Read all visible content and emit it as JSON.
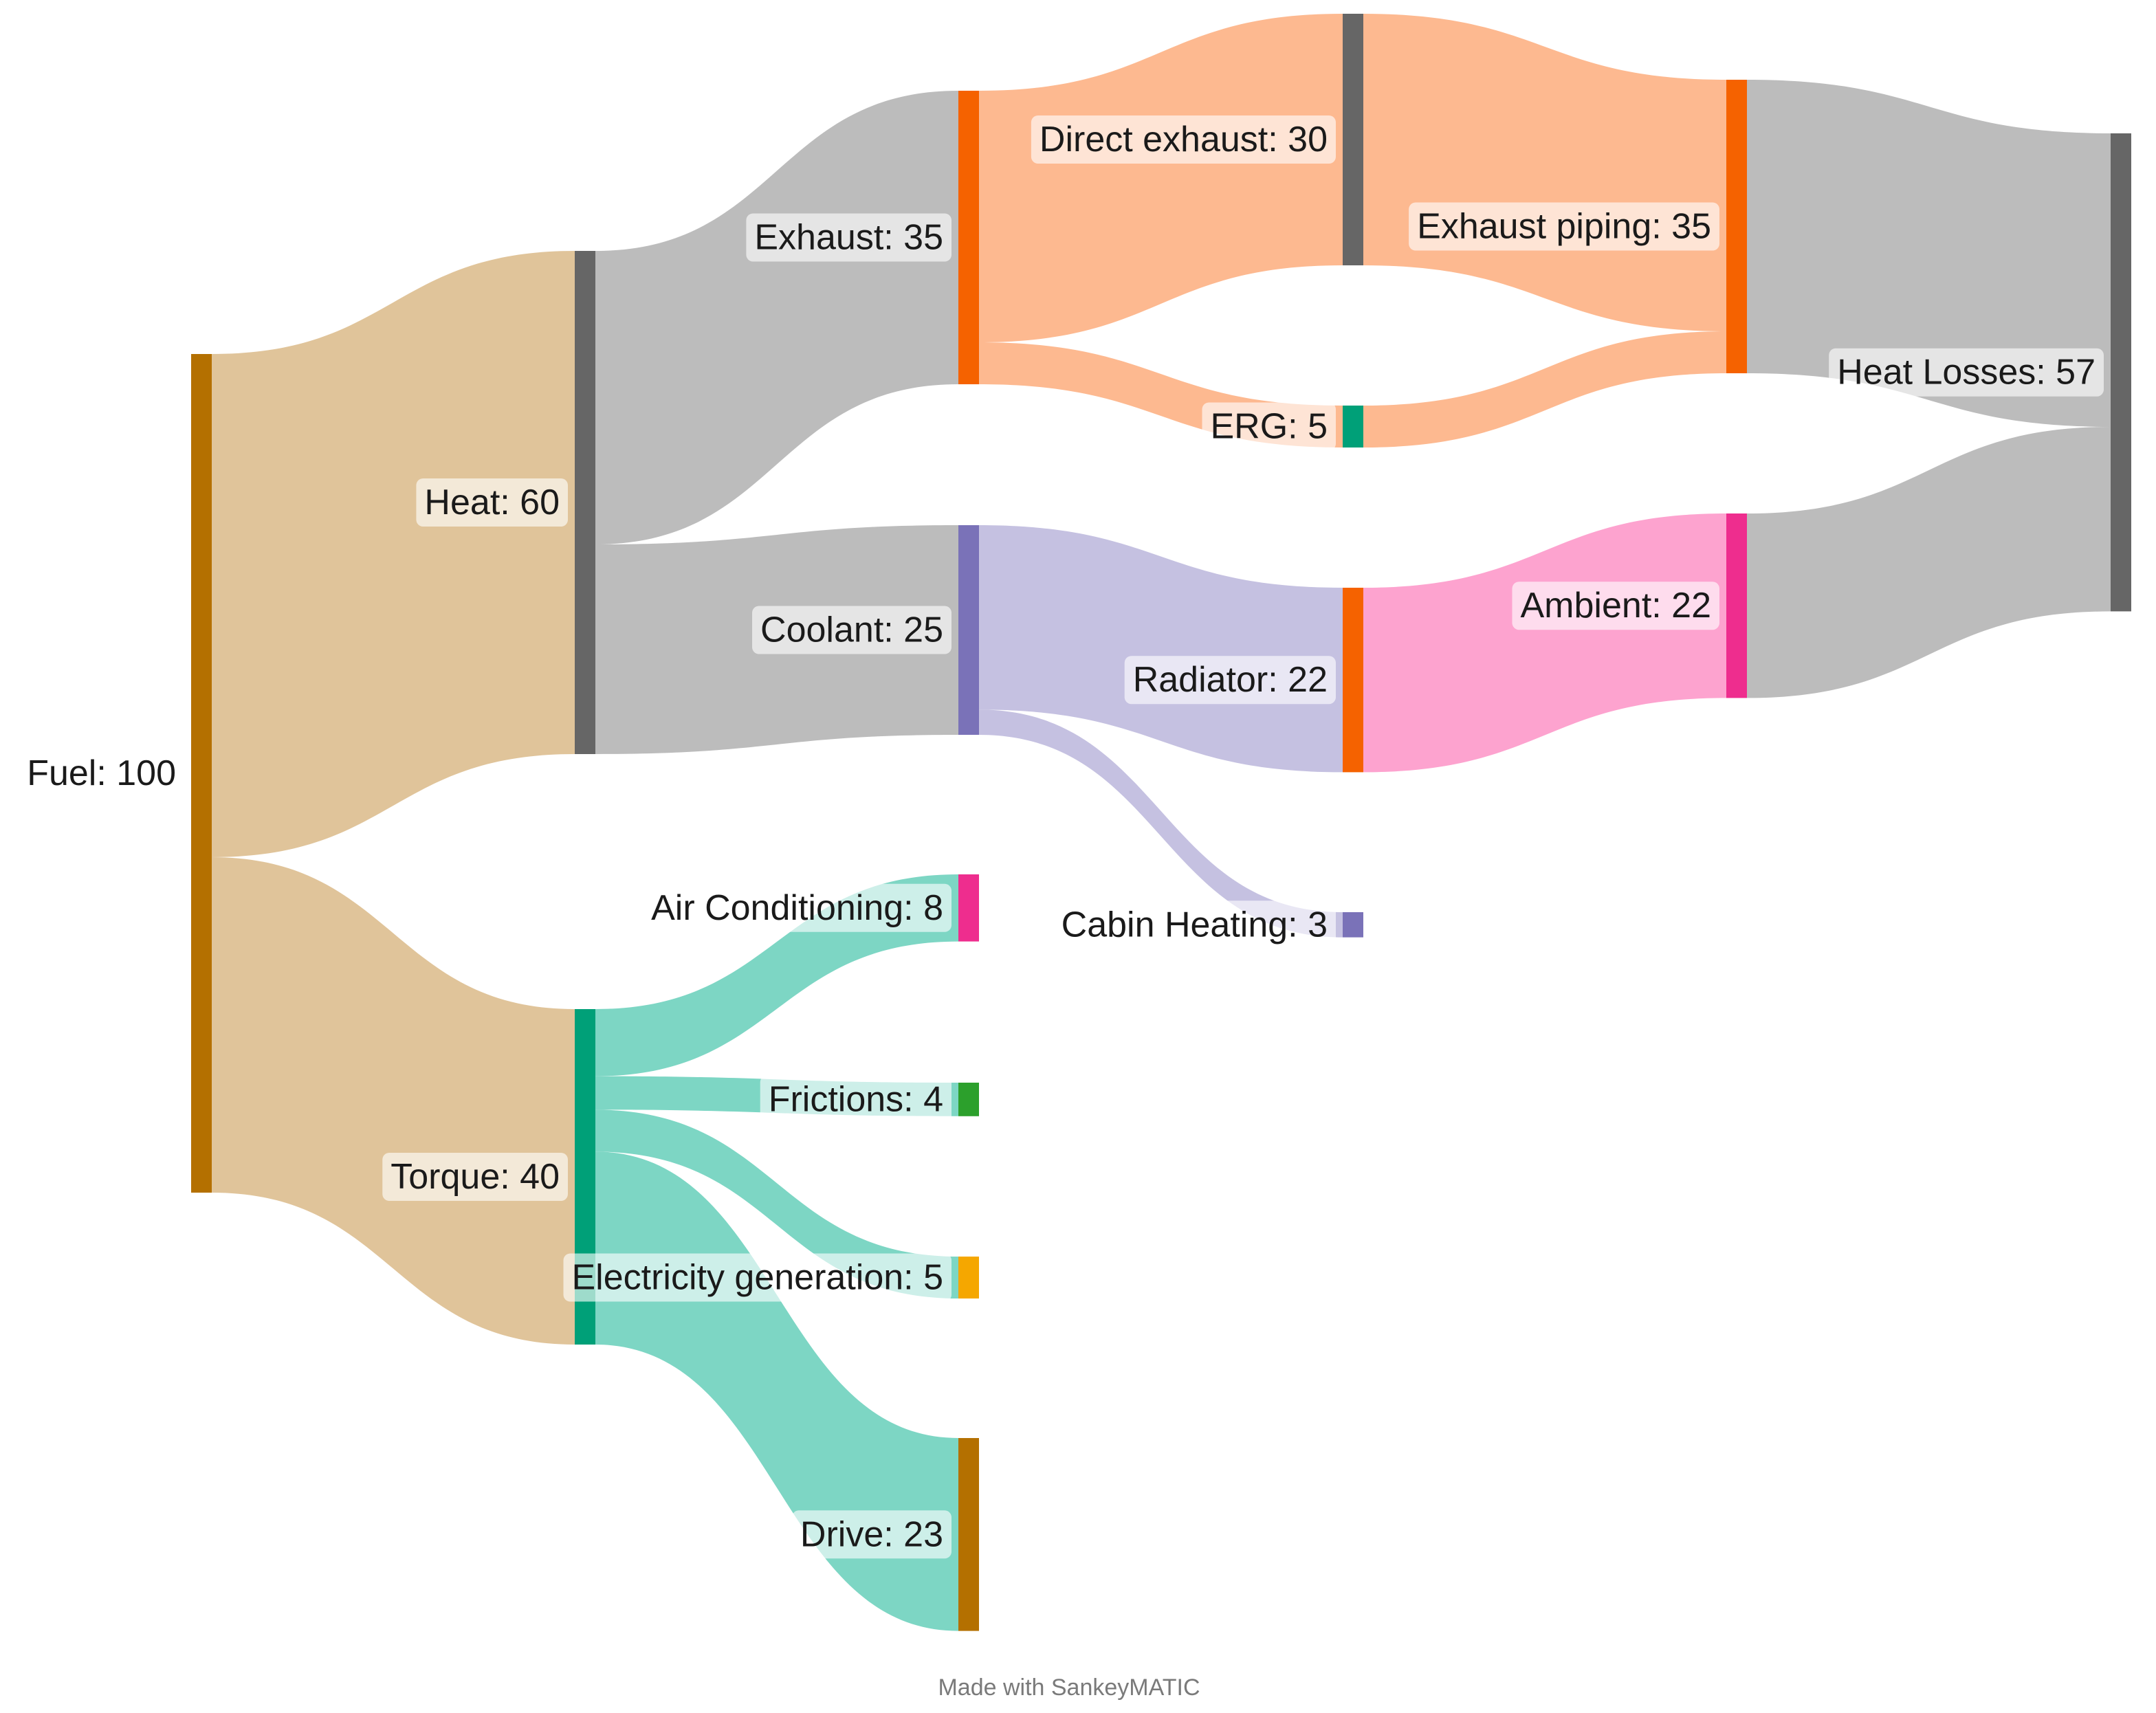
{
  "diagram": {
    "type": "sankey",
    "credit": "Made with SankeyMATIC",
    "nodes": [
      {
        "id": "fuel",
        "label": "Fuel: 100",
        "value": 100,
        "color": "#b47000"
      },
      {
        "id": "heat",
        "label": "Heat: 60",
        "value": 60,
        "color": "#666666"
      },
      {
        "id": "torque",
        "label": "Torque: 40",
        "value": 40,
        "color": "#00a078"
      },
      {
        "id": "exhaust",
        "label": "Exhaust: 35",
        "value": 35,
        "color": "#f56200"
      },
      {
        "id": "coolant",
        "label": "Coolant: 25",
        "value": 25,
        "color": "#7a72b8"
      },
      {
        "id": "aircon",
        "label": "Air Conditioning: 8",
        "value": 8,
        "color": "#ee2d8e"
      },
      {
        "id": "frictions",
        "label": "Frictions: 4",
        "value": 4,
        "color": "#2ca02c"
      },
      {
        "id": "elecgen",
        "label": "Electricity generation: 5",
        "value": 5,
        "color": "#f5a700"
      },
      {
        "id": "drive",
        "label": "Drive: 23",
        "value": 23,
        "color": "#b47000"
      },
      {
        "id": "direct",
        "label": "Direct exhaust: 30",
        "value": 30,
        "color": "#666666"
      },
      {
        "id": "erg",
        "label": "ERG: 5",
        "value": 5,
        "color": "#00a078"
      },
      {
        "id": "radiator",
        "label": "Radiator: 22",
        "value": 22,
        "color": "#f56200"
      },
      {
        "id": "cabin",
        "label": "Cabin Heating: 3",
        "value": 3,
        "color": "#7a72b8"
      },
      {
        "id": "piping",
        "label": "Exhaust piping: 35",
        "value": 35,
        "color": "#f56200"
      },
      {
        "id": "ambient",
        "label": "Ambient: 22",
        "value": 22,
        "color": "#ee2d8e"
      },
      {
        "id": "losses",
        "label": "Heat Losses: 57",
        "value": 57,
        "color": "#666666"
      }
    ],
    "links": [
      {
        "source": "fuel",
        "target": "heat",
        "value": 60,
        "color": "#e0c49a"
      },
      {
        "source": "fuel",
        "target": "torque",
        "value": 40,
        "color": "#e0c49a"
      },
      {
        "source": "heat",
        "target": "exhaust",
        "value": 35,
        "color": "#bcbcbc"
      },
      {
        "source": "heat",
        "target": "coolant",
        "value": 25,
        "color": "#bcbcbc"
      },
      {
        "source": "torque",
        "target": "aircon",
        "value": 8,
        "color": "#7dd6c4"
      },
      {
        "source": "torque",
        "target": "frictions",
        "value": 4,
        "color": "#7dd6c4"
      },
      {
        "source": "torque",
        "target": "elecgen",
        "value": 5,
        "color": "#7dd6c4"
      },
      {
        "source": "torque",
        "target": "drive",
        "value": 23,
        "color": "#7dd6c4"
      },
      {
        "source": "exhaust",
        "target": "direct",
        "value": 30,
        "color": "#fdb990"
      },
      {
        "source": "exhaust",
        "target": "erg",
        "value": 5,
        "color": "#fdb990"
      },
      {
        "source": "coolant",
        "target": "radiator",
        "value": 22,
        "color": "#c5c1e1"
      },
      {
        "source": "coolant",
        "target": "cabin",
        "value": 3,
        "color": "#c5c1e1"
      },
      {
        "source": "direct",
        "target": "piping",
        "value": 30,
        "color": "#fdb990"
      },
      {
        "source": "erg",
        "target": "piping",
        "value": 5,
        "color": "#fdb990"
      },
      {
        "source": "radiator",
        "target": "ambient",
        "value": 22,
        "color": "#fda3cf"
      },
      {
        "source": "piping",
        "target": "losses",
        "value": 35,
        "color": "#bcbcbc"
      },
      {
        "source": "ambient",
        "target": "losses",
        "value": 22,
        "color": "#bcbcbc"
      }
    ]
  }
}
